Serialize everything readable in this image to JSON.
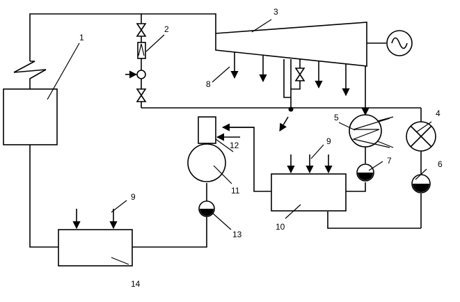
{
  "labels": {
    "n1": "1",
    "n2": "2",
    "n3": "3",
    "n4": "4",
    "n5": "5",
    "n6": "6",
    "n7": "7",
    "n8": "8",
    "n9a": "9",
    "n9b": "9",
    "n10": "10",
    "n11": "11",
    "n12": "12",
    "n13": "13",
    "n14": "14"
  },
  "colors": {
    "line": "#000000",
    "background": "#ffffff"
  },
  "icons": [
    "valve-icon",
    "filter-icon",
    "generator-icon",
    "heat-exchanger-icon",
    "pump-icon",
    "lamp-icon",
    "arrow-icon"
  ]
}
